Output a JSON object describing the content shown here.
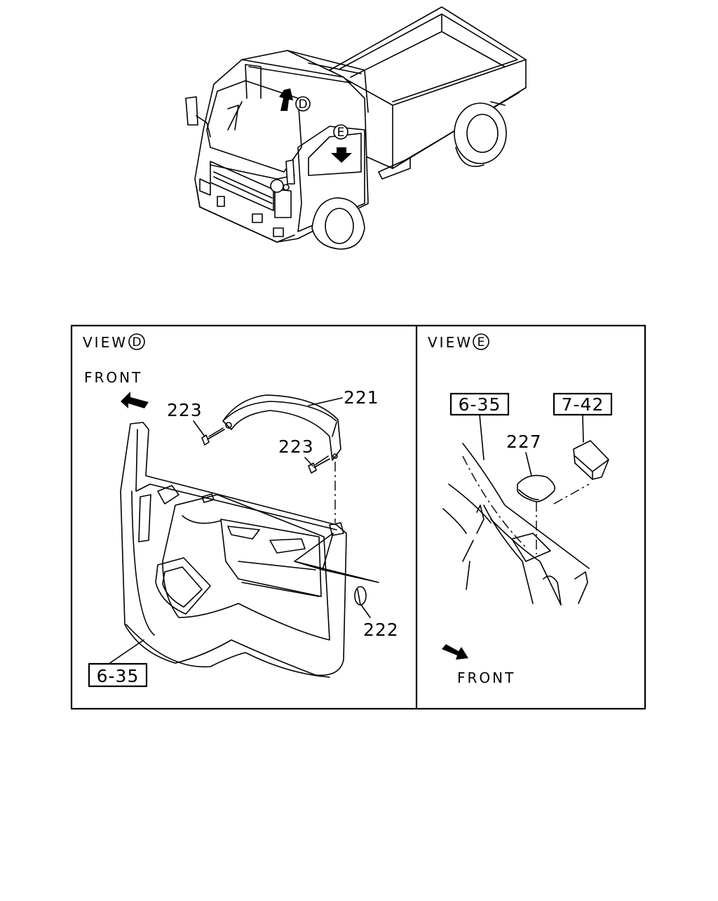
{
  "overview": {
    "view_markers": [
      "D",
      "E"
    ]
  },
  "view_d": {
    "caption": "VIEW",
    "marker": "D",
    "front_label": "FRONT",
    "callouts": [
      {
        "label": "221"
      },
      {
        "label": "223"
      },
      {
        "label": "223"
      },
      {
        "label": "222"
      }
    ],
    "ref_box": "6-35"
  },
  "view_e": {
    "caption": "VIEW",
    "marker": "E",
    "front_label": "FRONT",
    "callouts": [
      {
        "label": "227"
      }
    ],
    "ref_boxes": [
      "6-35",
      "7-42"
    ]
  },
  "colors": {
    "ink": "#000000",
    "paper": "#ffffff"
  }
}
